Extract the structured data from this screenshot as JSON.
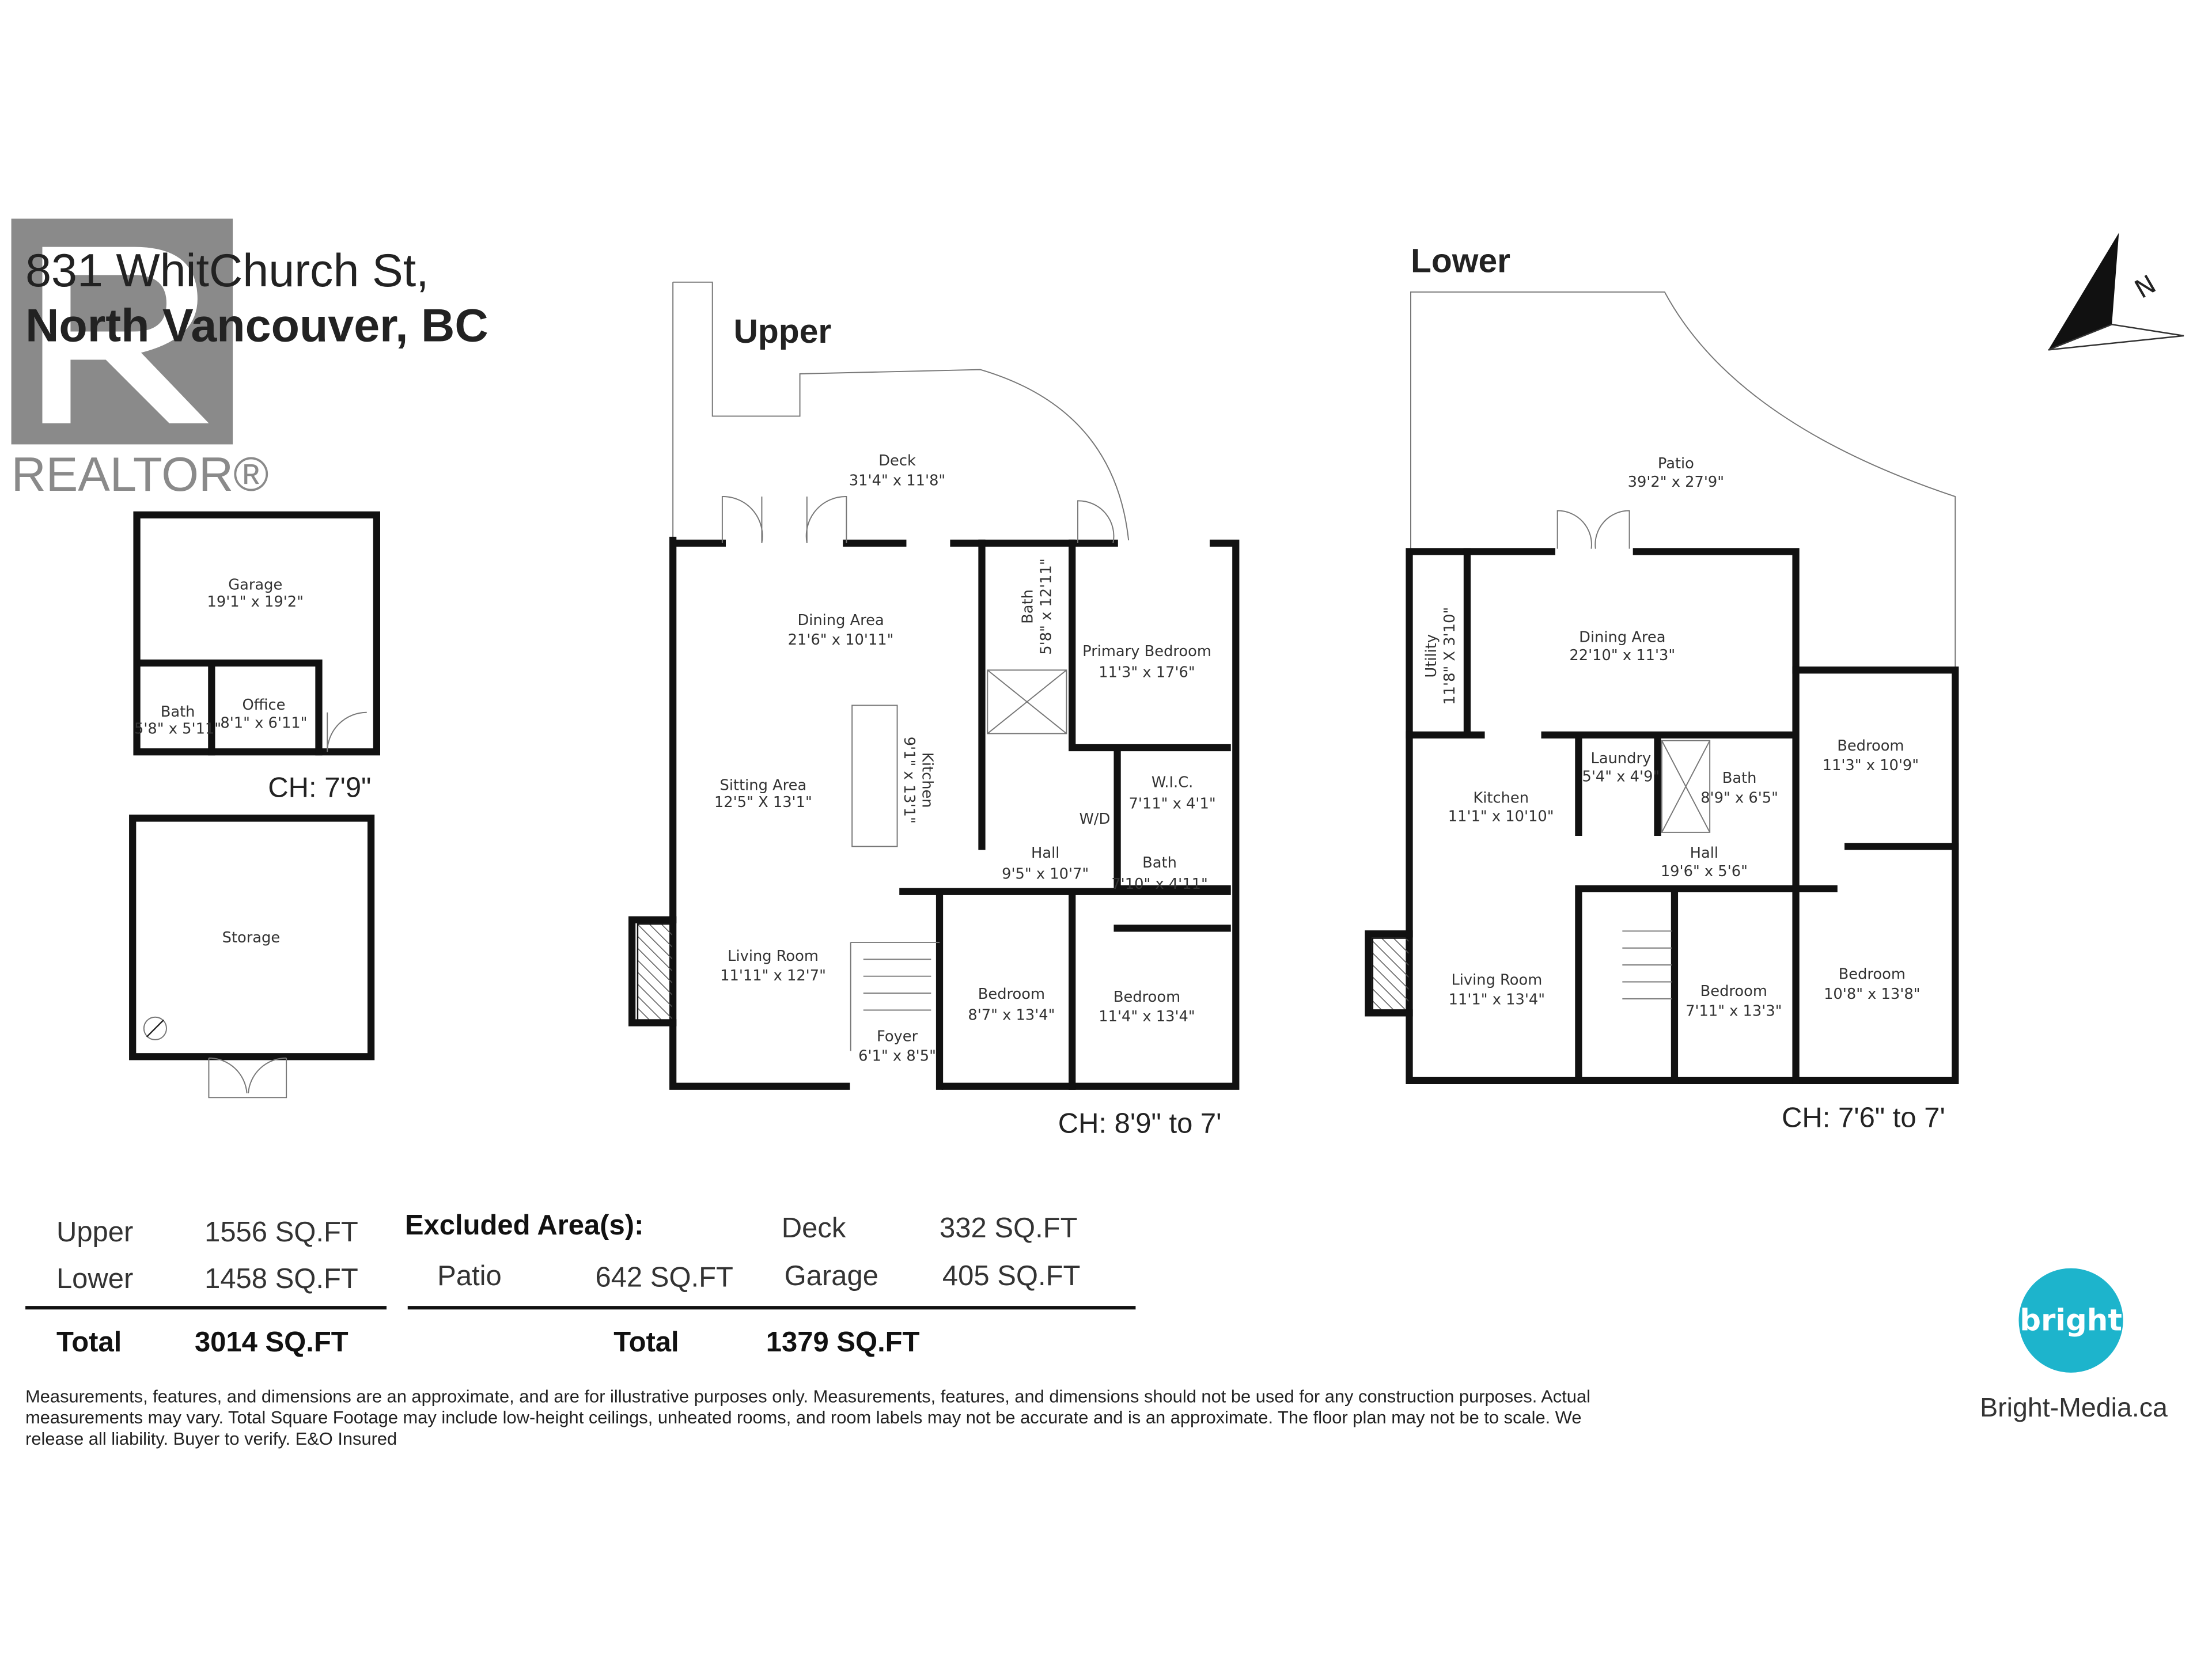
{
  "header": {
    "address_line1": "831 WhitChurch St,",
    "address_line2": "North Vancouver, BC"
  },
  "logos": {
    "realtor": "REALTOR®",
    "bright": "bright",
    "bright_url": "Bright-Media.ca",
    "bright_color": "#1db4cc",
    "realtor_color": "#8a8a8a"
  },
  "outbuildings": {
    "garage": {
      "name": "Garage",
      "dims": "19'1\" x 19'2\""
    },
    "office": {
      "name": "Office",
      "dims": "8'1\" x 6'11\""
    },
    "bath": {
      "name": "Bath",
      "dims": "5'8\" x 5'11\""
    },
    "ceiling": "CH: 7'9\"",
    "storage": {
      "name": "Storage"
    }
  },
  "upper": {
    "title": "Upper",
    "ceiling": "CH: 8'9\" to 7'",
    "rooms": [
      {
        "name": "Deck",
        "dims": "31'4\" x 11'8\""
      },
      {
        "name": "Dining Area",
        "dims": "21'6\" x 10'11\""
      },
      {
        "name": "Sitting Area",
        "dims": "12'5\" X 13'1\""
      },
      {
        "name": "Kitchen",
        "dims": "9'1\" x 13'1\""
      },
      {
        "name": "Bath",
        "dims": "5'8\" x 12'11\""
      },
      {
        "name": "Primary Bedroom",
        "dims": "11'3\" x 17'6\""
      },
      {
        "name": "W.I.C.",
        "dims": "7'11\" x 4'1\""
      },
      {
        "name": "W/D",
        "dims": ""
      },
      {
        "name": "Bath",
        "dims": "7'10\" x 4'11\""
      },
      {
        "name": "Hall",
        "dims": "9'5\" x 10'7\""
      },
      {
        "name": "Living Room",
        "dims": "11'11\" x 12'7\""
      },
      {
        "name": "Bedroom",
        "dims": "8'7\" x 13'4\""
      },
      {
        "name": "Bedroom",
        "dims": "11'4\" x 13'4\""
      },
      {
        "name": "Foyer",
        "dims": "6'1\" x 8'5\""
      }
    ]
  },
  "lower": {
    "title": "Lower",
    "ceiling": "CH: 7'6\" to 7'",
    "rooms": [
      {
        "name": "Patio",
        "dims": "39'2\" x 27'9\""
      },
      {
        "name": "Utility",
        "dims": "11'8\" X 3'10\""
      },
      {
        "name": "Dining Area",
        "dims": "22'10\" x 11'3\""
      },
      {
        "name": "Laundry",
        "dims": "5'4\" x 4'9\""
      },
      {
        "name": "Kitchen",
        "dims": "11'1\" x 10'10\""
      },
      {
        "name": "Bath",
        "dims": "8'9\" x 6'5\""
      },
      {
        "name": "Bedroom",
        "dims": "11'3\" x 10'9\""
      },
      {
        "name": "Hall",
        "dims": "19'6\" x 5'6\""
      },
      {
        "name": "Living Room",
        "dims": "11'1\" x 13'4\""
      },
      {
        "name": "Bedroom",
        "dims": "7'11\" x 13'3\""
      },
      {
        "name": "Bedroom",
        "dims": "10'8\" x 13'8\""
      }
    ]
  },
  "compass": {
    "label": "N"
  },
  "areas": {
    "included": [
      {
        "label": "Upper",
        "value": "1556 SQ.FT"
      },
      {
        "label": "Lower",
        "value": "1458 SQ.FT"
      }
    ],
    "included_total": {
      "label": "Total",
      "value": "3014 SQ.FT"
    },
    "excluded_title": "Excluded Area(s):",
    "excluded": [
      {
        "label": "Deck",
        "value": "332 SQ.FT"
      },
      {
        "label": "Patio",
        "value": "642 SQ.FT"
      },
      {
        "label": "Garage",
        "value": "405 SQ.FT"
      }
    ],
    "excluded_total": {
      "label": "Total",
      "value": "1379 SQ.FT"
    }
  },
  "disclaimer": [
    "Measurements, features, and dimensions are an approximate, and are for illustrative purposes only. Measurements, features, and dimensions should not be used for any construction purposes. Actual",
    "measurements may vary. Total Square Footage may include low-height ceilings, unheated rooms, and room labels may not be accurate and is an approximate. The floor plan may not be to scale. We",
    "release all liability. Buyer to verify. E&O Insured"
  ]
}
